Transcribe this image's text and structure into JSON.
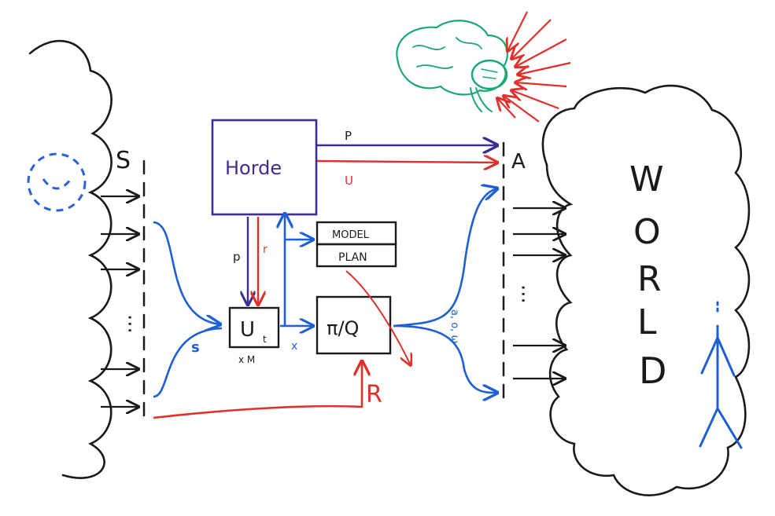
{
  "labels": {
    "sensors": "S",
    "actuators": "A",
    "horde": "Horde",
    "model": "MODEL",
    "plan": "PLAN",
    "policy": "π/Q",
    "update": "U",
    "update_sub": "t",
    "update_caption": "x M",
    "sensor_signal": "s",
    "feature_signal": "x",
    "reward": "R",
    "p_arrow": "p",
    "r_arrow": "r",
    "out_p": "P",
    "out_u": "U",
    "actions": "a, o, ω",
    "world_letters": [
      "W",
      "O",
      "R",
      "L",
      "D"
    ]
  },
  "colors": {
    "ink": "#1a1a1a",
    "blue": "#1f5fd6",
    "red": "#e0302a",
    "purple": "#3c2d8f",
    "green": "#1aa872",
    "dashed_blue": "#2a63d6"
  },
  "icons": [
    "smiley-sun-icon",
    "brain-icon",
    "stick-figure-icon",
    "world-cloud-icon",
    "agent-cloud-icon"
  ]
}
